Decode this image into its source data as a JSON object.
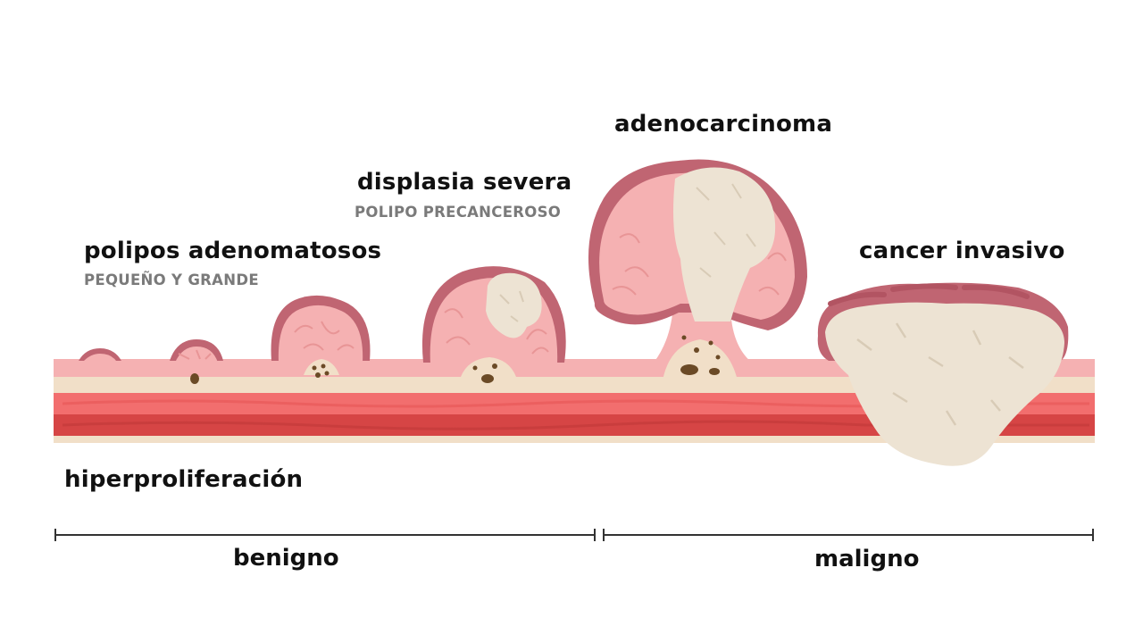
{
  "stages": {
    "hyperproliferation": {
      "label": "hiperproliferación"
    },
    "adenomatous_polyps": {
      "label": "polipos adenomatosos",
      "sublabel": "PEQUEÑO Y GRANDE"
    },
    "severe_dysplasia": {
      "label": "displasia severa",
      "sublabel": "POLIPO PRECANCEROSO"
    },
    "adenocarcinoma": {
      "label": "adenocarcinoma"
    },
    "invasive_cancer": {
      "label": "cancer invasivo"
    }
  },
  "ranges": {
    "benign": {
      "label": "benigno"
    },
    "malignant": {
      "label": "maligno"
    }
  },
  "colors": {
    "mucosa": "#f5b1b2",
    "mucosa_dark": "#c06572",
    "submucosa": "#f1dfc8",
    "muscle_light": "#f26e6e",
    "muscle_dark": "#d64545",
    "tumor": "#ede3d3",
    "tumor_crack": "#d8cbb6",
    "dots": "#6b4a26",
    "ruler": "#333333",
    "text": "#111111",
    "subtext": "#7a7a7a"
  }
}
